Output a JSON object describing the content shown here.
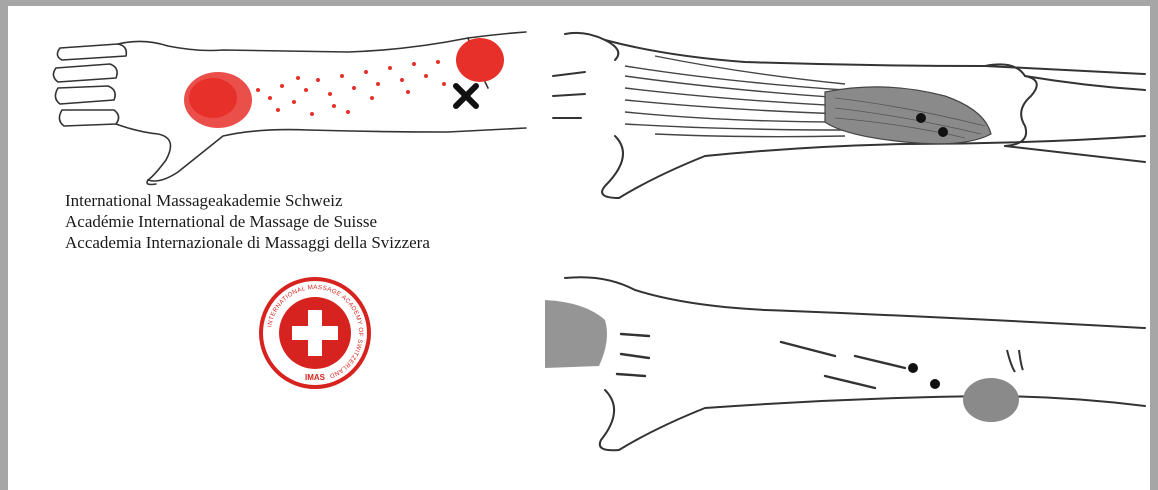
{
  "academy": {
    "name_de": "International Massageakademie Schweiz",
    "name_fr": "Académie International de Massage de Suisse",
    "name_it": "Accademia Internazionale di Massaggi della Svizzera"
  },
  "seal": {
    "ring_text": "INTERNATIONAL MASSAGE ACADEMY OF SWITZERLAND",
    "abbreviation": "IMAS"
  },
  "colors": {
    "referral_dots": "#e8302a",
    "seal_red": "#d7231f",
    "line_art": "#333333",
    "muscle_shading": "#8a8a8a"
  },
  "illustrations": {
    "left": {
      "marker_icon": "x-mark-icon"
    }
  }
}
